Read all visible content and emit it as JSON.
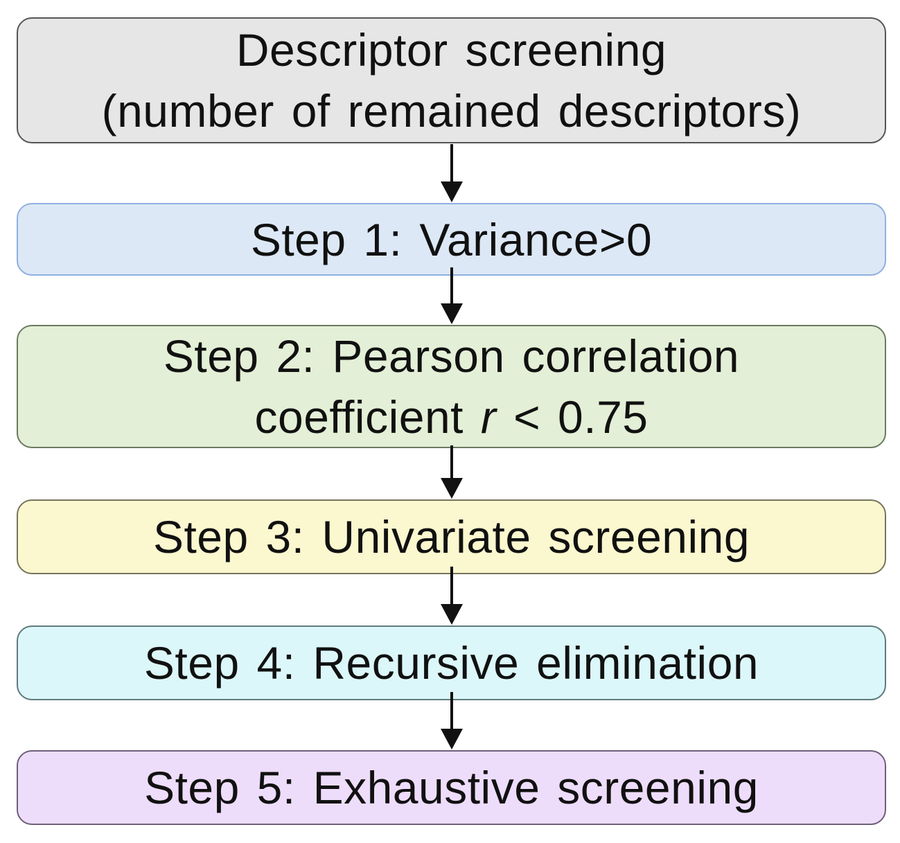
{
  "steps": [
    {
      "lines": [
        "Descriptor screening",
        "(number of remained descriptors)"
      ],
      "fill": "#e6e6e6"
    },
    {
      "lines": [
        "Step 1: Variance>0"
      ],
      "fill": "#dde8f6"
    },
    {
      "line1": "Step 2: Pearson correlation",
      "line2_prefix": "coefficient ",
      "line2_var": "r",
      "line2_suffix": " < 0.75",
      "fill": "#e3efd6"
    },
    {
      "lines": [
        "Step 3: Univariate screening"
      ],
      "fill": "#fbf7cf"
    },
    {
      "lines": [
        "Step 4: Recursive elimination"
      ],
      "fill": "#dcf7f9"
    },
    {
      "lines": [
        "Step 5: Exhaustive screening"
      ],
      "fill": "#eedcfb"
    }
  ],
  "arrow_color": "#111111"
}
